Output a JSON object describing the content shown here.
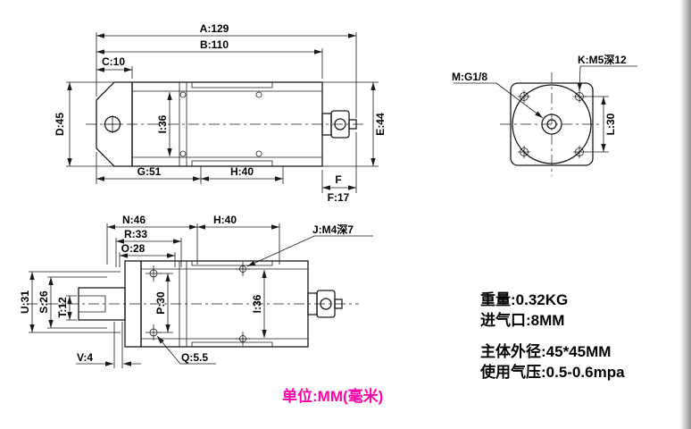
{
  "drawing": {
    "top_view": {
      "dims": {
        "A": "A:129",
        "B": "B:110",
        "C": "C:10",
        "D": "D:45",
        "I": "I:36",
        "E": "E:44",
        "G": "G:51",
        "H": "H:40",
        "F_letter": "F",
        "F": "F:17"
      }
    },
    "end_view": {
      "dims": {
        "M": "M:G1/8",
        "K": "K:M5深12",
        "L": "L:30"
      }
    },
    "bottom_view": {
      "dims": {
        "N": "N:46",
        "H": "H:40",
        "R": "R:33",
        "O": "O:28",
        "J": "J:M4深7",
        "U": "U:31",
        "S": "S:26",
        "T": "T:12",
        "P": "P:30",
        "I": "I:36",
        "V": "V:4",
        "Q": "Q:5.5"
      }
    }
  },
  "specs": {
    "weight": "重量:0.32KG",
    "inlet": "进气口:8MM",
    "body_size": "主体外径:45*45MM",
    "pressure": "使用气压:0.5-0.6mpa"
  },
  "unit_note": "单位:MM(毫米)",
  "colors": {
    "line": "#1a1a1a",
    "accent": "#ff00aa",
    "text": "#000000",
    "background": "#ffffff"
  }
}
